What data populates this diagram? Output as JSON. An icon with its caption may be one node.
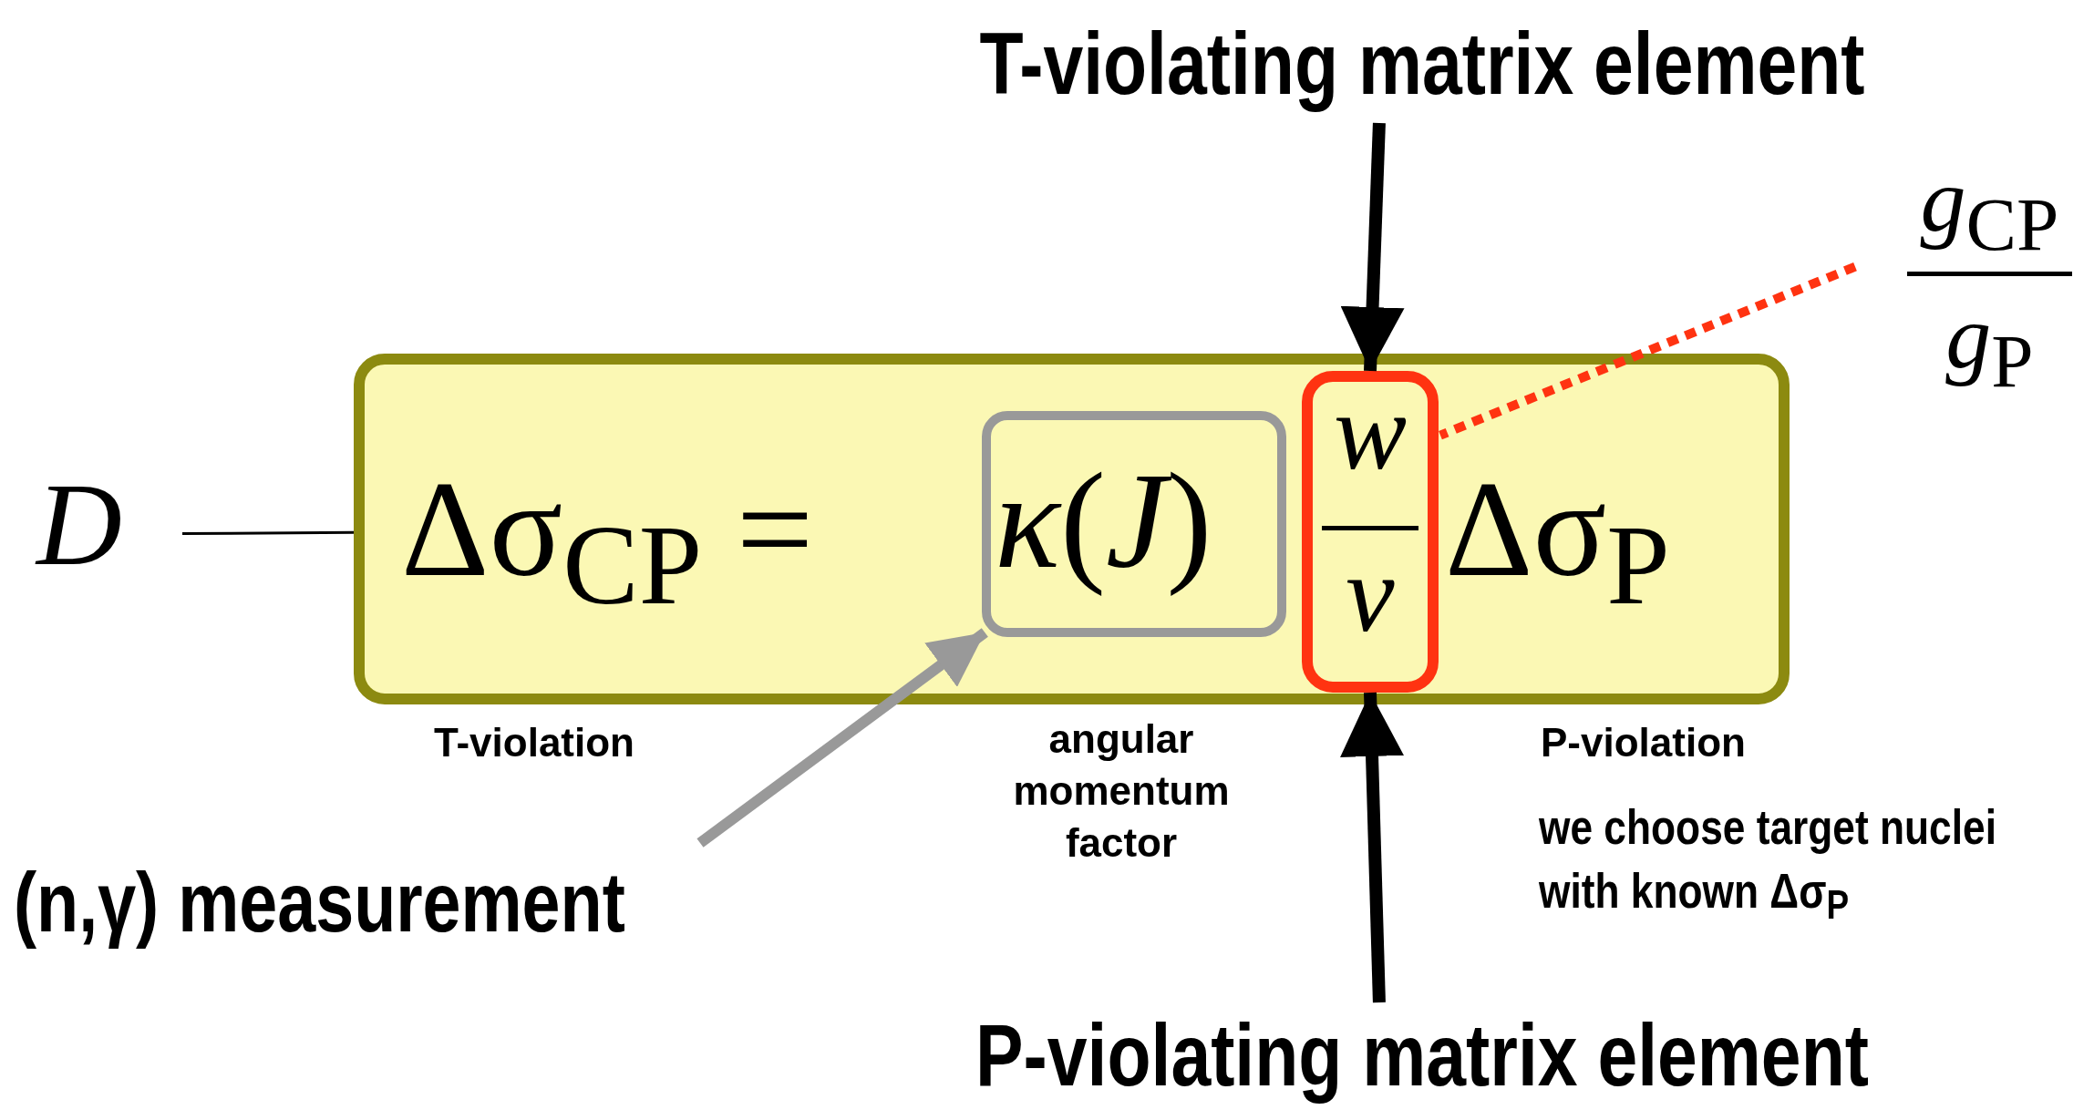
{
  "diagram": {
    "nodes": [
      {
        "text": [
          "D"
        ]
      },
      {
        "text": [
          "Δσ$_{CP}$ =",
          "Δσ$_{P}$"
        ]
      },
      {
        "text": [
          "*κ*(*J*)"
        ],
        "in": 1
      },
      {
        "text": [
          "w",
          "v"
        ],
        "in": 1
      },
      {
        "text": [
          "T-violating matrix element"
        ]
      },
      {
        "text": [
          "P-violating matrix element"
        ]
      },
      {
        "text": [
          "(n,γ) measurement"
        ]
      },
      {
        "text": [
          "*g*$_{CP}$",
          "*g*$_{P}$"
        ]
      }
    ],
    "edges": [
      {
        "from": 0,
        "to": 1,
        "arrow": "none"
      },
      {
        "from": 4,
        "to": 3,
        "arrow": "to"
      },
      {
        "from": 5,
        "to": 3,
        "arrow": "to"
      },
      {
        "from": 6,
        "to": 2,
        "arrow": "to",
        "color": "#999999"
      },
      {
        "from": 7,
        "to": 3,
        "arrow": "none",
        "style": "dashed",
        "color": "#ff3311"
      }
    ],
    "labels": [
      "T-violation",
      "angular momentum factor",
      "P-violation",
      "we choose target nuclei with known Δσ$_{P}$"
    ]
  }
}
